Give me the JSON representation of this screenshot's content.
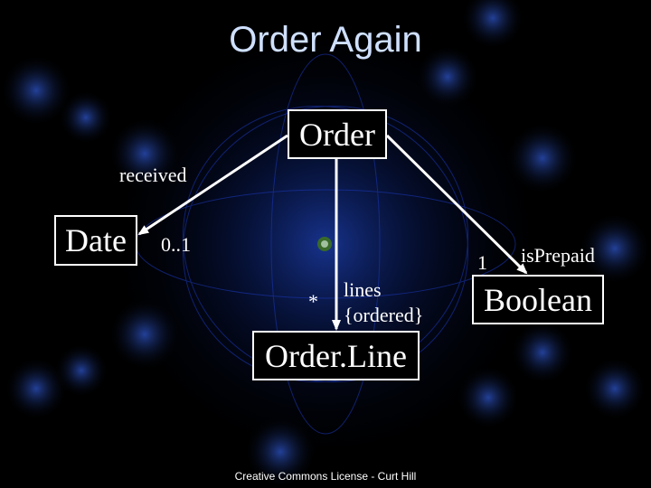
{
  "slide": {
    "title": "Order Again",
    "footer": "Creative Commons License - Curt Hill",
    "title_color": "#cfe0ff",
    "background_color": "#000000",
    "glow_color": "#1a3cff"
  },
  "diagram": {
    "classes": {
      "order": "Order",
      "date": "Date",
      "order_line": "Order.Line",
      "boolean": "Boolean"
    },
    "labels": {
      "received": "received",
      "date_multiplicity": "0..1",
      "line_multiplicity": "*",
      "lines_role": "lines",
      "lines_constraint": "{ordered}",
      "boolean_multiplicity": "1",
      "is_prepaid": "isPrepaid"
    }
  }
}
